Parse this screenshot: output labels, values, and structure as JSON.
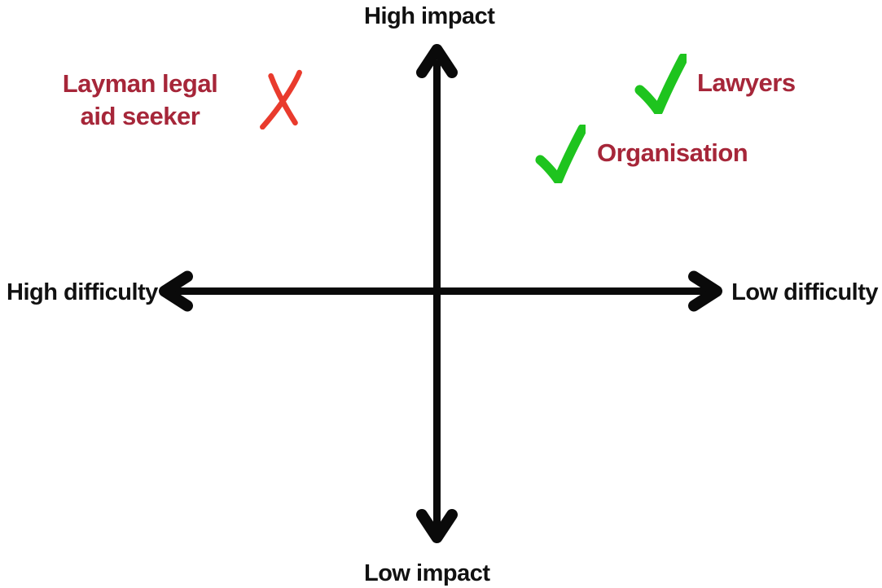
{
  "colors": {
    "background": "#ffffff",
    "axis_black": "#0a0a0a",
    "text_black": "#111111",
    "label_red": "#a62639",
    "x_red": "#e93b2d",
    "check_green": "#1ec41e"
  },
  "axes": {
    "top_label": "High impact",
    "bottom_label": "Low impact",
    "left_label": "High difficulty",
    "right_label": "Low difficulty"
  },
  "quadrants": {
    "top_left": {
      "item": {
        "label": "Layman legal aid seeker",
        "label_lines": [
          "Layman legal",
          "aid seeker"
        ],
        "icon": "x-mark"
      }
    },
    "top_right": {
      "items": [
        {
          "label": "Lawyers",
          "icon": "check-mark"
        },
        {
          "label": "Organisation",
          "icon": "check-mark"
        }
      ]
    }
  }
}
